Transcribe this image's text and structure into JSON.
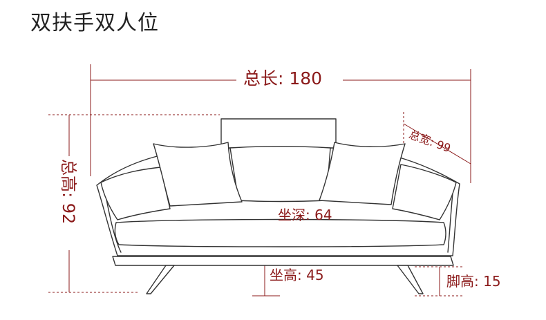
{
  "title": "双扶手双人位",
  "dimensions": {
    "total_length": "总长: 180",
    "total_depth": "总宽: 99",
    "total_height": "总高: 92",
    "seat_depth": "坐深: 64",
    "seat_height": "坐高: 45",
    "leg_height": "脚高: 15"
  },
  "colors": {
    "dimension": "#8b1a1a",
    "outline": "#333333",
    "title": "#222222",
    "background": "#ffffff"
  }
}
